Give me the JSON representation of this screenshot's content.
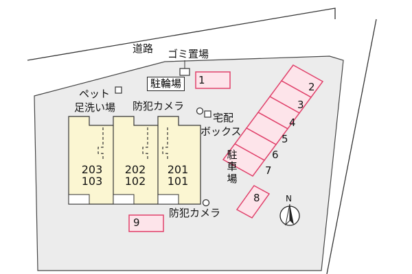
{
  "map": {
    "road_label": "道路",
    "garbage_label": "ゴミ置場",
    "bicycle_parking_label": "駐輪場",
    "pet_wash_label_line1": "ペット",
    "pet_wash_label_line2": "足洗い場",
    "camera_label_top": "防犯カメラ",
    "camera_label_bottom": "防犯カメラ",
    "delivery_box_label_line1": "宅配",
    "delivery_box_label_line2": "ボックス",
    "parking_label": [
      "駐",
      "車",
      "場"
    ],
    "north_label": "N",
    "units": [
      {
        "upper": "203",
        "lower": "103"
      },
      {
        "upper": "202",
        "lower": "102"
      },
      {
        "upper": "201",
        "lower": "101"
      }
    ],
    "parking_slots": [
      "1",
      "2",
      "3",
      "4",
      "5",
      "6",
      "7",
      "8",
      "9"
    ],
    "colors": {
      "lot": "#ececec",
      "building": "#fbf6d2",
      "slot_fill": "#fde4ea",
      "slot_stroke": "#e0406a"
    }
  }
}
